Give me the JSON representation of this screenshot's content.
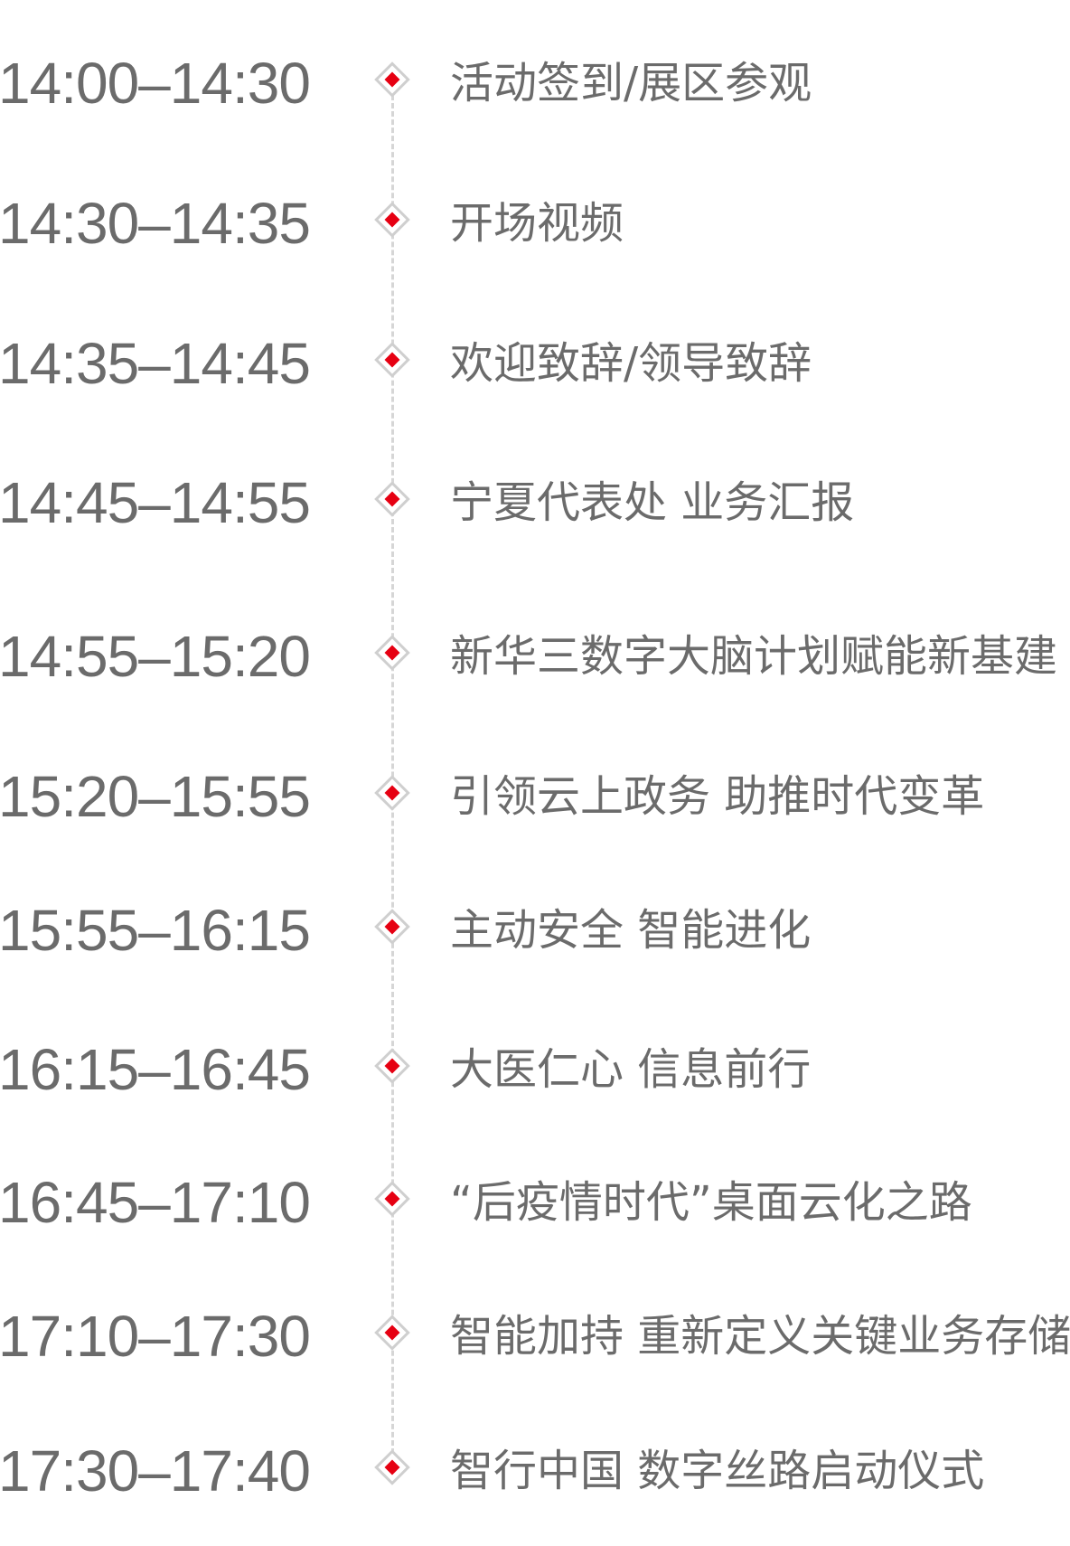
{
  "agenda": [
    {
      "time": "14:00–14:30",
      "title": "活动签到/展区参观"
    },
    {
      "time": "14:30–14:35",
      "title": "开场视频"
    },
    {
      "time": "14:35–14:45",
      "title": "欢迎致辞/领导致辞"
    },
    {
      "time": "14:45–14:55",
      "title": "宁夏代表处 业务汇报"
    },
    {
      "time": "14:55–15:20",
      "title": "新华三数字大脑计划赋能新基建"
    },
    {
      "time": "15:20–15:55",
      "title": "引领云上政务 助推时代变革"
    },
    {
      "time": "15:55–16:15",
      "title": "主动安全 智能进化"
    },
    {
      "time": "16:15–16:45",
      "title": "大医仁心 信息前行"
    },
    {
      "time": "16:45–17:10",
      "title": "“后疫情时代”桌面云化之路"
    },
    {
      "time": "17:10–17:30",
      "title": "智能加持 重新定义关键业务存储"
    },
    {
      "time": "17:30–17:40",
      "title": "智行中国 数字丝路启动仪式"
    }
  ],
  "colors": {
    "text": "#6b6b6b",
    "marker_core": "#e60012",
    "marker_ring": "#cfcfcf",
    "axis": "#d6d6d6"
  }
}
